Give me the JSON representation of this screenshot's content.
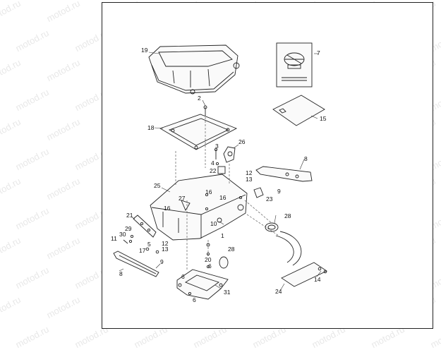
{
  "watermark_text": "motod.ru",
  "callouts": [
    "19",
    "7",
    "2",
    "15",
    "18",
    "26",
    "3",
    "4",
    "8",
    "22",
    "12",
    "13",
    "25",
    "27",
    "16",
    "16",
    "16",
    "9",
    "23",
    "21",
    "28",
    "1",
    "10",
    "29",
    "30",
    "11",
    "5",
    "12",
    "13",
    "17",
    "28",
    "20",
    "6",
    "9",
    "8",
    "6",
    "31",
    "24",
    "14",
    "6"
  ],
  "colors": {
    "line": "#222222",
    "watermark": "#e8e8e8",
    "background": "#ffffff"
  }
}
